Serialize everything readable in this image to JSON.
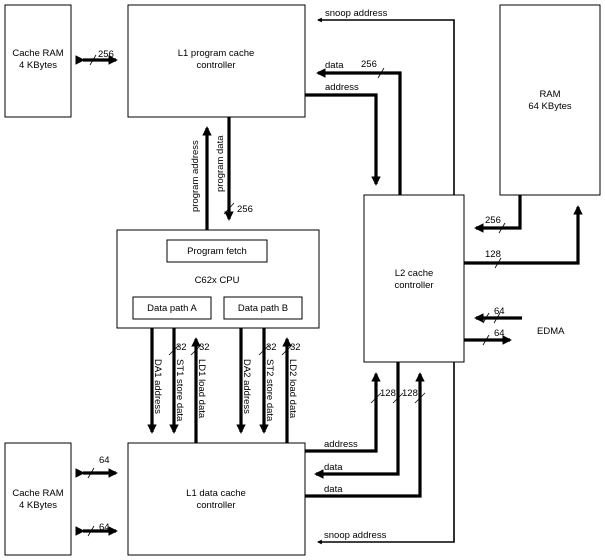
{
  "blocks": {
    "cache_ram_top": [
      "Cache RAM",
      "4 KBytes"
    ],
    "l1p": [
      "L1 program cache",
      "controller"
    ],
    "ram": [
      "RAM",
      "64 KBytes"
    ],
    "cpu": "C62x CPU",
    "program_fetch": "Program fetch",
    "data_path_a": "Data path A",
    "data_path_b": "Data path B",
    "l2": [
      "L2 cache",
      "controller"
    ],
    "cache_ram_bottom": [
      "Cache RAM",
      "4 KBytes"
    ],
    "l1d": [
      "L1 data cache",
      "controller"
    ]
  },
  "signals": {
    "snoop_address": "snoop address",
    "data": "data",
    "address": "address",
    "program_address": "program address",
    "program_data": "program data",
    "edma": "EDMA",
    "da1_address": "DA1 address",
    "st1_store_data": "ST1 store data",
    "ld1_load_data": "LD1 load data",
    "da2_address": "DA2 address",
    "st2_store_data": "ST2 store data",
    "ld2_load_data": "LD2 load data"
  },
  "widths": {
    "w256": "256",
    "w128": "128",
    "w64": "64",
    "w32": "32"
  }
}
